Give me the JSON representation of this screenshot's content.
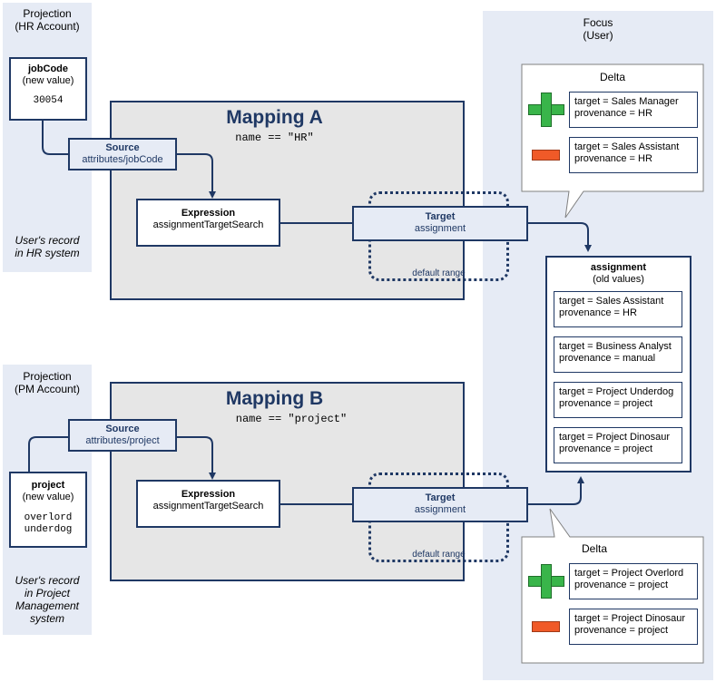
{
  "hr": {
    "title1": "Projection",
    "title2": "(HR Account)",
    "box_title": "jobCode",
    "box_sub": "(new value)",
    "box_value": "30054",
    "record1": "User's record",
    "record2": "in HR system"
  },
  "pm": {
    "title1": "Projection",
    "title2": "(PM Account)",
    "box_title": "project",
    "box_sub": "(new value)",
    "value1": "overlord",
    "value2": "underdog",
    "record1": "User's record",
    "record2": "in Project",
    "record3": "Management",
    "record4": "system"
  },
  "focus": {
    "title1": "Focus",
    "title2": "(User)"
  },
  "mapping_a": {
    "title": "Mapping A",
    "condition": "name == \"HR\"",
    "source_title": "Source",
    "source_path": "attributes/jobCode",
    "expr_title": "Expression",
    "expr_name": "assignmentTargetSearch",
    "target_title": "Target",
    "target_name": "assignment",
    "default_range": "default range"
  },
  "mapping_b": {
    "title": "Mapping B",
    "condition": "name == \"project\"",
    "source_title": "Source",
    "source_path": "attributes/project",
    "expr_title": "Expression",
    "expr_name": "assignmentTargetSearch",
    "target_title": "Target",
    "target_name": "assignment",
    "default_range": "default range"
  },
  "delta_a": {
    "title": "Delta",
    "plus1": "target = Sales Manager",
    "plus2": "provenance = HR",
    "minus1": "target = Sales Assistant",
    "minus2": "provenance = HR"
  },
  "delta_b": {
    "title": "Delta",
    "plus1": "target = Project Overlord",
    "plus2": "provenance = project",
    "minus1": "target = Project Dinosaur",
    "minus2": "provenance = project"
  },
  "assignment": {
    "title": "assignment",
    "sub": "(old values)",
    "items": [
      {
        "l1": "target = Sales Assistant",
        "l2": "provenance = HR"
      },
      {
        "l1": "target = Business Analyst",
        "l2": "provenance = manual"
      },
      {
        "l1": "target = Project Underdog",
        "l2": "provenance = project"
      },
      {
        "l1": "target = Project Dinosaur",
        "l2": "provenance = project"
      }
    ]
  },
  "colors": {
    "dark_blue": "#1f3864",
    "panel": "#e6ebf5",
    "mapping_bg": "#e6e6e6",
    "plus": "#39b54a",
    "minus": "#f05a28"
  }
}
